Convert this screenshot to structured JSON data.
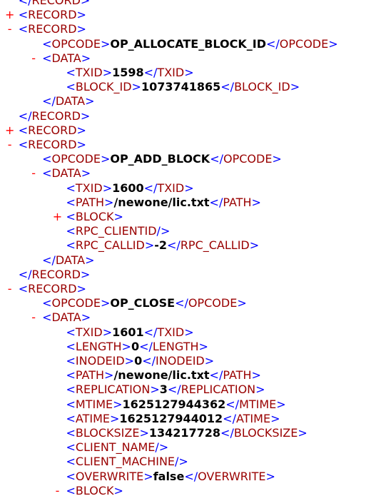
{
  "lines": [
    {
      "indent": 1,
      "toggle": null,
      "close": true,
      "tag": "RECORD"
    },
    {
      "indent": 1,
      "toggle": "+",
      "tag": "RECORD"
    },
    {
      "indent": 1,
      "toggle": "-",
      "tag": "RECORD"
    },
    {
      "indent": 3,
      "toggle": null,
      "tag": "OPCODE",
      "value": "OP_ALLOCATE_BLOCK_ID",
      "endtag": "OPCODE"
    },
    {
      "indent": 3,
      "toggle": "-",
      "tag": "DATA"
    },
    {
      "indent": 5,
      "toggle": null,
      "tag": "TXID",
      "value": "1598",
      "endtag": "TXID"
    },
    {
      "indent": 5,
      "toggle": null,
      "tag": "BLOCK_ID",
      "value": "1073741865",
      "endtag": "BLOCK_ID"
    },
    {
      "indent": 3,
      "toggle": null,
      "close": true,
      "tag": "DATA"
    },
    {
      "indent": 1,
      "toggle": null,
      "close": true,
      "tag": "RECORD"
    },
    {
      "indent": 1,
      "toggle": "+",
      "tag": "RECORD"
    },
    {
      "indent": 1,
      "toggle": "-",
      "tag": "RECORD"
    },
    {
      "indent": 3,
      "toggle": null,
      "tag": "OPCODE",
      "value": "OP_ADD_BLOCK",
      "endtag": "OPCODE"
    },
    {
      "indent": 3,
      "toggle": "-",
      "tag": "DATA"
    },
    {
      "indent": 5,
      "toggle": null,
      "tag": "TXID",
      "value": "1600",
      "endtag": "TXID"
    },
    {
      "indent": 5,
      "toggle": null,
      "tag": "PATH",
      "value": "/newone/lic.txt",
      "endtag": "PATH"
    },
    {
      "indent": 5,
      "toggle": "+",
      "tag": "BLOCK"
    },
    {
      "indent": 5,
      "toggle": null,
      "selfclose": true,
      "tag": "RPC_CLIENTID"
    },
    {
      "indent": 5,
      "toggle": null,
      "tag": "RPC_CALLID",
      "value": "-2",
      "endtag": "RPC_CALLID"
    },
    {
      "indent": 3,
      "toggle": null,
      "close": true,
      "tag": "DATA"
    },
    {
      "indent": 1,
      "toggle": null,
      "close": true,
      "tag": "RECORD"
    },
    {
      "indent": 1,
      "toggle": "-",
      "tag": "RECORD"
    },
    {
      "indent": 3,
      "toggle": null,
      "tag": "OPCODE",
      "value": "OP_CLOSE",
      "endtag": "OPCODE"
    },
    {
      "indent": 3,
      "toggle": "-",
      "tag": "DATA"
    },
    {
      "indent": 5,
      "toggle": null,
      "tag": "TXID",
      "value": "1601",
      "endtag": "TXID"
    },
    {
      "indent": 5,
      "toggle": null,
      "tag": "LENGTH",
      "value": "0",
      "endtag": "LENGTH"
    },
    {
      "indent": 5,
      "toggle": null,
      "tag": "INODEID",
      "value": "0",
      "endtag": "INODEID"
    },
    {
      "indent": 5,
      "toggle": null,
      "tag": "PATH",
      "value": "/newone/lic.txt",
      "endtag": "PATH"
    },
    {
      "indent": 5,
      "toggle": null,
      "tag": "REPLICATION",
      "value": "3",
      "endtag": "REPLICATION"
    },
    {
      "indent": 5,
      "toggle": null,
      "tag": "MTIME",
      "value": "1625127944362",
      "endtag": "MTIME"
    },
    {
      "indent": 5,
      "toggle": null,
      "tag": "ATIME",
      "value": "1625127944012",
      "endtag": "ATIME"
    },
    {
      "indent": 5,
      "toggle": null,
      "tag": "BLOCKSIZE",
      "value": "134217728",
      "endtag": "BLOCKSIZE"
    },
    {
      "indent": 5,
      "toggle": null,
      "selfclose": true,
      "tag": "CLIENT_NAME"
    },
    {
      "indent": 5,
      "toggle": null,
      "selfclose": true,
      "tag": "CLIENT_MACHINE"
    },
    {
      "indent": 5,
      "toggle": null,
      "tag": "OVERWRITE",
      "value": "false",
      "endtag": "OVERWRITE"
    },
    {
      "indent": 5,
      "toggle": "-",
      "tag": "BLOCK"
    }
  ],
  "colors": {
    "punct": "#0000ff",
    "tag": "#990000",
    "value": "#000000",
    "toggle": "#ff0000"
  }
}
